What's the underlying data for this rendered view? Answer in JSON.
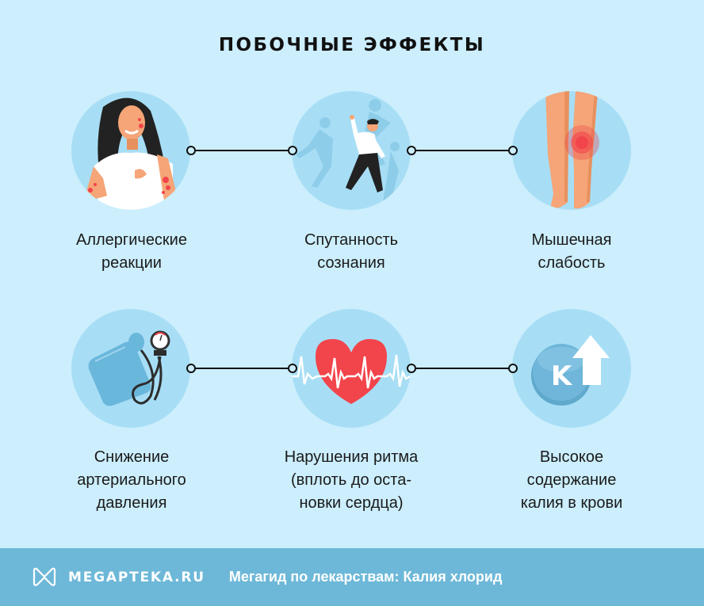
{
  "title": "ПОБОЧНЫЕ ЭФФЕКТЫ",
  "colors": {
    "background": "#CCEEFD",
    "circle": "#A7DEF5",
    "footer": "#6DB8D8",
    "connector": "#111111",
    "accent_red": "#F2444B"
  },
  "effects": [
    {
      "icon": "allergy-woman-icon",
      "lines": [
        "Аллергические",
        "реакции"
      ]
    },
    {
      "icon": "confused-man-icon",
      "lines": [
        "Спутанность",
        "сознания"
      ]
    },
    {
      "icon": "legs-pain-icon",
      "lines": [
        "Мышечная",
        "слабость"
      ]
    },
    {
      "icon": "blood-pressure-monitor-icon",
      "lines": [
        "Снижение",
        "артериального",
        "давления"
      ]
    },
    {
      "icon": "heart-rhythm-icon",
      "lines": [
        "Нарушения ритма",
        "(вплоть до оста-",
        "новки сердца)"
      ]
    },
    {
      "icon": "potassium-up-icon",
      "badge": "K",
      "lines": [
        "Высокое",
        "содержание",
        "калия в крови"
      ]
    }
  ],
  "footer": {
    "logo_icon": "megapteka-logo-icon",
    "brand": "MEGAPTEKA.RU",
    "text": "Мегагид по лекарствам: Калия хлорид"
  }
}
